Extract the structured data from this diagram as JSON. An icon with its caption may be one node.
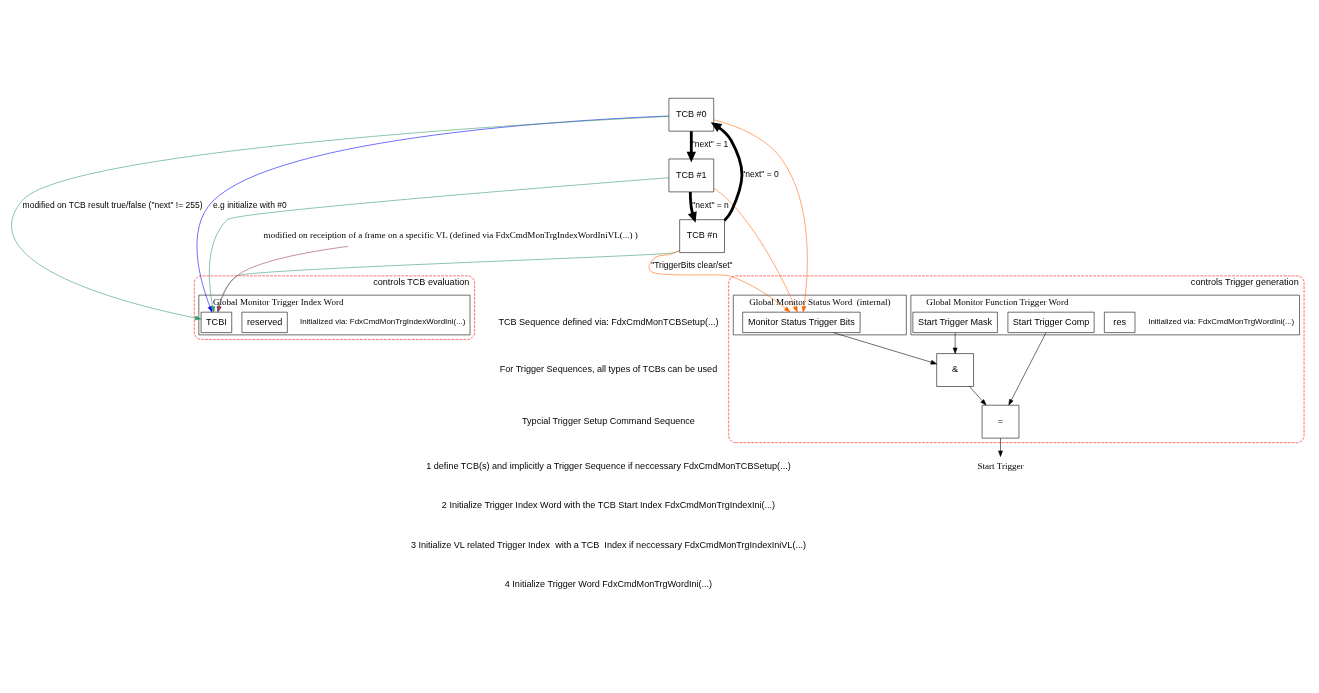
{
  "diagram": {
    "nodes": [
      {
        "text": [
          "controls TCB evaluation"
        ]
      },
      {
        "text": [
          "Global Monitor Trigger Index Word"
        ],
        "beside": [
          "Initialized via: FdxCmdMonTrgIndexWordIni(...)"
        ],
        "in": 0
      },
      {
        "text": [
          "reserved"
        ],
        "in": 1
      },
      {
        "text": [
          "TCBI"
        ],
        "in": 1
      },
      {
        "text": [
          "controls Trigger generation"
        ]
      },
      {
        "text": [
          "Global Monitor Function Trigger Word"
        ],
        "beside": [
          "Initialized via: FdxCmdMonTrgWordIni(...)"
        ],
        "in": 4
      },
      {
        "text": [
          "res"
        ],
        "in": 5
      },
      {
        "text": [
          "Start Trigger Mask"
        ],
        "in": 5
      },
      {
        "text": [
          "Start Trigger Comp"
        ],
        "in": 5
      },
      {
        "text": [
          "Global Monitor Status Word  (internal)"
        ],
        "in": 4
      },
      {
        "text": [
          "Monitor Status Trigger Bits"
        ],
        "in": 9
      },
      {
        "text": [
          "&"
        ],
        "in": 4
      },
      {
        "text": [
          "="
        ],
        "in": 4
      },
      {
        "text": [
          "Start Trigger"
        ]
      },
      {
        "text": [
          "TCB #0"
        ]
      },
      {
        "text": [
          "TCB #1"
        ]
      },
      {
        "text": [
          "TCB #n"
        ]
      },
      {
        "text": [
          "modified on receiption of a frame on a specific VL (defined via FdxCmdMonTrgIndexWordIniVL(...) )"
        ]
      }
    ],
    "edges": [
      {
        "from": 14,
        "to": 15,
        "arrow": "to",
        "label": "\"next\" = 1",
        "style": "thick"
      },
      {
        "from": 15,
        "to": 16,
        "arrow": "to",
        "label": "\"next\" = n",
        "style": "thick"
      },
      {
        "from": 16,
        "to": 14,
        "arrow": "to",
        "label": "\"next\" = 0",
        "style": "thick"
      },
      {
        "from": 14,
        "to": 3,
        "arrow": "to",
        "label": "e.g initialize with #0",
        "color": "#0000ff"
      },
      {
        "from": 14,
        "to": 3,
        "arrow": "to",
        "label": "modified on TCB result true/false (\"next\" != 255)",
        "color": "#339966"
      },
      {
        "from": 15,
        "to": 3,
        "arrow": "to",
        "color": "#339966"
      },
      {
        "from": 16,
        "to": 3,
        "arrow": "to",
        "color": "#339966"
      },
      {
        "from": 17,
        "to": 3,
        "arrow": "to",
        "color": "#993366"
      },
      {
        "from": 14,
        "to": 10,
        "arrow": "to",
        "color": "#ff6600"
      },
      {
        "from": 15,
        "to": 10,
        "arrow": "to",
        "color": "#ff6600"
      },
      {
        "from": 16,
        "to": 10,
        "arrow": "to",
        "label": "\"TriggerBits clear/set\"",
        "color": "#ff6600"
      },
      {
        "from": 7,
        "to": 11,
        "arrow": "to"
      },
      {
        "from": 10,
        "to": 11,
        "arrow": "to"
      },
      {
        "from": 8,
        "to": 12,
        "arrow": "to"
      },
      {
        "from": 11,
        "to": 12,
        "arrow": "to"
      },
      {
        "from": 12,
        "to": 13,
        "arrow": "to"
      }
    ],
    "labels": [
      "TCB Sequence defined via: FdxCmdMonTCBSetup(...)",
      "For Trigger Sequences, all types of TCBs can be used",
      "Typcial Trigger Setup Command Sequence",
      "1 define TCB(s) and implicitly a Trigger Sequence if neccessary FdxCmdMonTCBSetup(...)",
      "2 Initialize Trigger Index Word with the TCB Start Index FdxCmdMonTrgIndexIni(...)",
      "3 Initialize VL related Trigger Index  with a TCB  Index if neccessary FdxCmdMonTrgIndexIniVL(...)",
      "4 Initialize Trigger Word FdxCmdMonTrgWordIni(...)"
    ]
  }
}
